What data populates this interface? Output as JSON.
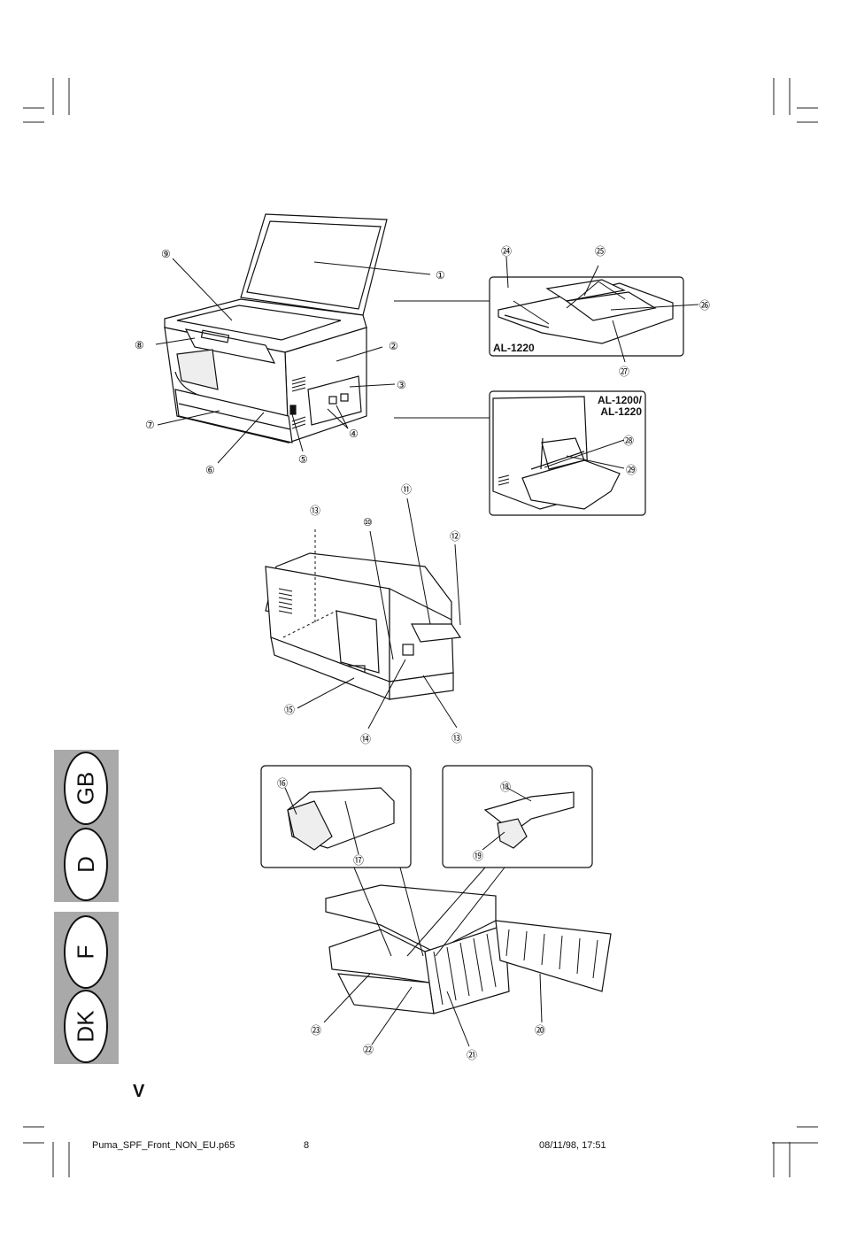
{
  "footer": {
    "filename": "Puma_SPF_Front_NON_EU.p65",
    "page_number": "8",
    "timestamp": "08/11/98, 17:51"
  },
  "page_letter": "V",
  "language_tabs": {
    "group1": [
      "GB",
      "D"
    ],
    "group2": [
      "F",
      "DK"
    ]
  },
  "callouts": {
    "c1": "①",
    "c2": "②",
    "c3": "③",
    "c4": "④",
    "c5": "⑤",
    "c6": "⑥",
    "c7": "⑦",
    "c8": "⑧",
    "c9": "⑨",
    "c10": "⑩",
    "c11": "⑪",
    "c12": "⑫",
    "c13": "⑬",
    "c14": "⑭",
    "c15": "⑮",
    "c16": "⑯",
    "c17": "⑰",
    "c18": "⑱",
    "c19": "⑲",
    "c20": "⑳",
    "c21": "㉑",
    "c22": "㉒",
    "c23": "㉓",
    "c24": "㉔",
    "c25": "㉕",
    "c26": "㉖",
    "c27": "㉗",
    "c28": "㉘",
    "c29": "㉙"
  },
  "model_labels": {
    "spf_inset": "AL-1220",
    "bypass_inset_line1": "AL-1200/",
    "bypass_inset_line2": "AL-1220"
  }
}
